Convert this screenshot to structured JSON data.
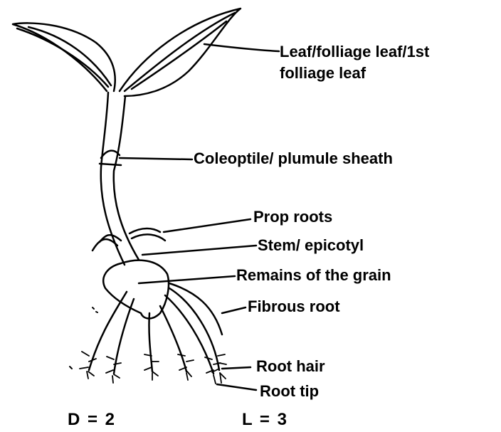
{
  "labels": {
    "leaf_line1": "Leaf/folliage leaf/1st",
    "leaf_line2": "folliage leaf",
    "coleoptile": "Coleoptile/ plumule sheath",
    "prop_roots": "Prop roots",
    "stem": "Stem/ epicotyl",
    "grain": "Remains of the grain",
    "fibrous_root": "Fibrous root",
    "root_hair": "Root hair",
    "root_tip": "Root tip"
  },
  "scores": {
    "d": "D = 2",
    "l": "L = 3"
  }
}
